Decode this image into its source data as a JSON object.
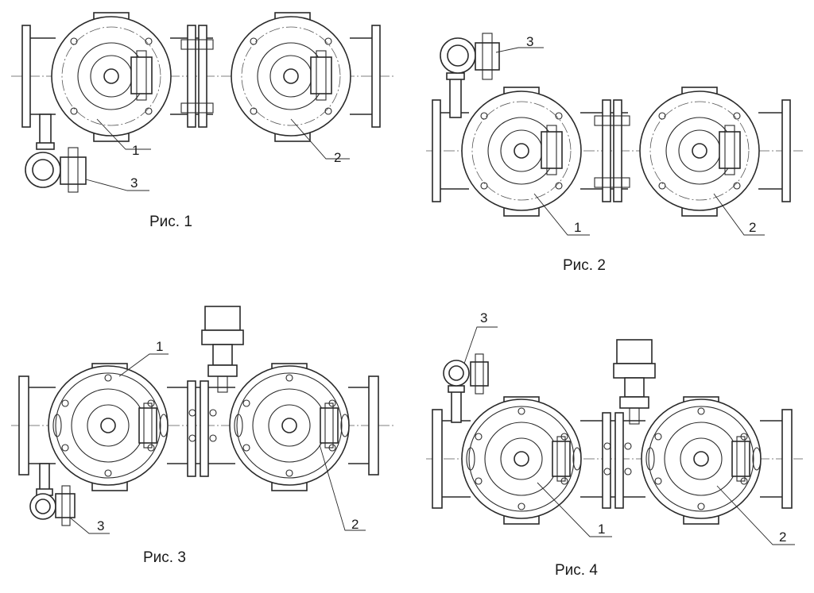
{
  "figures": [
    {
      "caption": "Рис. 1",
      "labels": [
        "1",
        "2",
        "3"
      ]
    },
    {
      "caption": "Рис. 2",
      "labels": [
        "1",
        "2",
        "3"
      ]
    },
    {
      "caption": "Рис. 3",
      "labels": [
        "1",
        "2",
        "3"
      ]
    },
    {
      "caption": "Рис. 4",
      "labels": [
        "1",
        "2",
        "3"
      ]
    }
  ],
  "colors": {
    "stroke": "#2a2a2a",
    "background": "#ffffff"
  }
}
